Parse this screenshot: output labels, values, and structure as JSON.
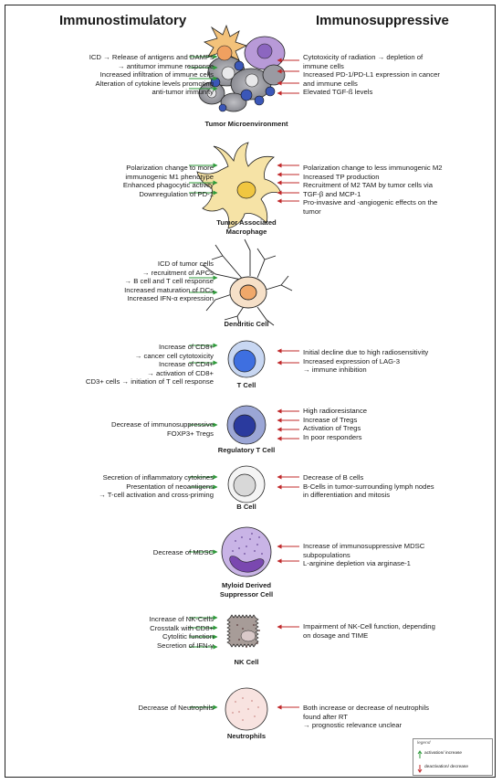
{
  "headers": {
    "left": "Immunostimulatory",
    "right": "Immunosuppressive"
  },
  "sections": [
    {
      "id": "tme",
      "caption": [
        "Tumor Microenvironment"
      ],
      "left": [
        "ICD → Release of antigens and DAMPs",
        "→ antitumor immune response",
        "Increased infiltration of immune cells",
        "Alteration of cytokine levels promoting",
        "anti-tumor immunity"
      ],
      "right": [
        "Cytotoxicity of radiation → depletion of",
        "immune cells",
        "Increased PD-1/PD-L1 expression in cancer",
        "and immune cells",
        "Elevated TGF-ß levels"
      ]
    },
    {
      "id": "tam",
      "caption": [
        "Tumor Associated",
        "Macrophage"
      ],
      "left": [
        "Polarization change to more",
        "immunogenic M1 phenotype",
        "Enhanced phagocytic activity",
        "Downregulation of PD-1"
      ],
      "right": [
        "Polarization change to less immunogenic M2",
        "Increased TP production",
        "Recruitment of M2 TAM by tumor cells via",
        "TGF-β and MCP-1",
        "Pro-invasive and -angiogenic effects on the",
        "tumor"
      ]
    },
    {
      "id": "dc",
      "caption": [
        "Dendritic Cell"
      ],
      "left": [
        "ICD of tumor cells",
        "→ recruitment of APCs",
        "→ B cell and T cell response",
        "Increased maturation of DCs",
        "Increased IFN-α expression"
      ],
      "right": []
    },
    {
      "id": "tcell",
      "caption": [
        "T Cell"
      ],
      "left": [
        "Increase of CD8+",
        "→ cancer cell cytotoxicity",
        "Increase of CD4+",
        "→ activation of CD8+",
        "CD3+ cells → initiation of T cell response"
      ],
      "right": [
        "Initial decline due to high radiosensitivity",
        "Increased expression of LAG-3",
        "→ immune inhibition"
      ]
    },
    {
      "id": "treg",
      "caption": [
        "Regulatory T Cell"
      ],
      "left": [
        "Decrease of immunosuppressive",
        "FOXP3+ Tregs"
      ],
      "right": [
        "High radioresistance",
        "Increase of Tregs",
        "Activation of Tregs",
        "In poor responders"
      ]
    },
    {
      "id": "bcell",
      "caption": [
        "B Cell"
      ],
      "left": [
        "Secretion of inflammatory cytokines",
        "Presentation of neoantigens",
        "→ T-cell activation and cross-priming"
      ],
      "right": [
        "Decrease of B cells",
        "B-Cells in tumor-surrounding lymph nodes",
        "in differentiation and mitosis"
      ]
    },
    {
      "id": "mdsc",
      "caption": [
        "Myloid Derived",
        "Suppressor Cell"
      ],
      "left": [
        "Decrease of MDSC"
      ],
      "right": [
        "Increase of immunosuppressive MDSC",
        "subpopulations",
        "L-arginine depletion via arginase-1"
      ]
    },
    {
      "id": "nk",
      "caption": [
        "NK Cell"
      ],
      "left": [
        "Increase of NK-Cells",
        "Crosstalk with CD8+",
        "Cytolitic function",
        "Secretion of IFN-γ"
      ],
      "right": [
        "Impairment of NK-Cell function, depending",
        "on dosage and TIME"
      ]
    },
    {
      "id": "neut",
      "caption": [
        "Neutrophils"
      ],
      "left": [
        "Decrease of Neutrophils"
      ],
      "right": [
        "Both increase or decrease of neutrophils",
        "found after RT",
        "→ prognostic relevance unclear"
      ]
    }
  ],
  "legend": {
    "title": "legend",
    "activation": "activation/ increase",
    "deactivation": "deactivation/ decrease"
  },
  "colors": {
    "activation": "#2e9a3a",
    "deactivation": "#c0282a"
  }
}
